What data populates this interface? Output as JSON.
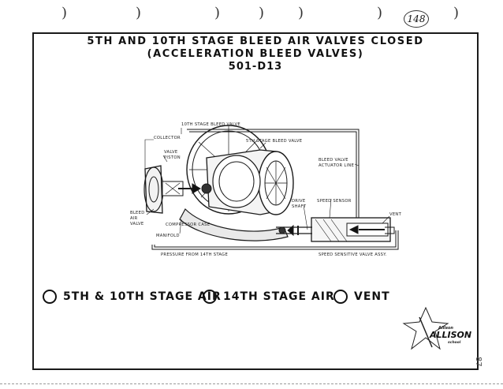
{
  "page_number": "148",
  "side_number": "87",
  "title": {
    "line1": "5TH AND 10TH STAGE BLEED AIR VALVES CLOSED",
    "line2": "(ACCELERATION BLEED VALVES)",
    "line3": "501-D13"
  },
  "diagram": {
    "labels": {
      "tenth_stage": "10TH STAGE BLEED VALVE",
      "collector": "COLLECTOR",
      "fifth_stage": "5TH STAGE BLEED VALVE",
      "valve_piston_1": "VALVE",
      "valve_piston_2": "PISTON",
      "actuator_1": "BLEED VALVE",
      "actuator_2": "ACTUATOR LINE",
      "speed_sensor": "SPEED SENSOR",
      "drive_1": "DRIVE",
      "drive_2": "SHAFT",
      "vent": "VENT",
      "bleed_1": "BLEED",
      "bleed_2": "AIR",
      "bleed_3": "VALVE",
      "compressor_case": "COMPRESSOR CASE",
      "manifold": "MANIFOLD",
      "pressure": "PRESSURE FROM 14TH STAGE",
      "sensitive_valve": "SPEED SENSITIVE VALVE ASSY."
    }
  },
  "legend": [
    {
      "label": "5TH & 10TH STAGE AIR"
    },
    {
      "label": "14TH STAGE AIR"
    },
    {
      "label": "VENT"
    }
  ],
  "logo": {
    "small": "Allison",
    "big": "ALLISON",
    "school": "school"
  }
}
